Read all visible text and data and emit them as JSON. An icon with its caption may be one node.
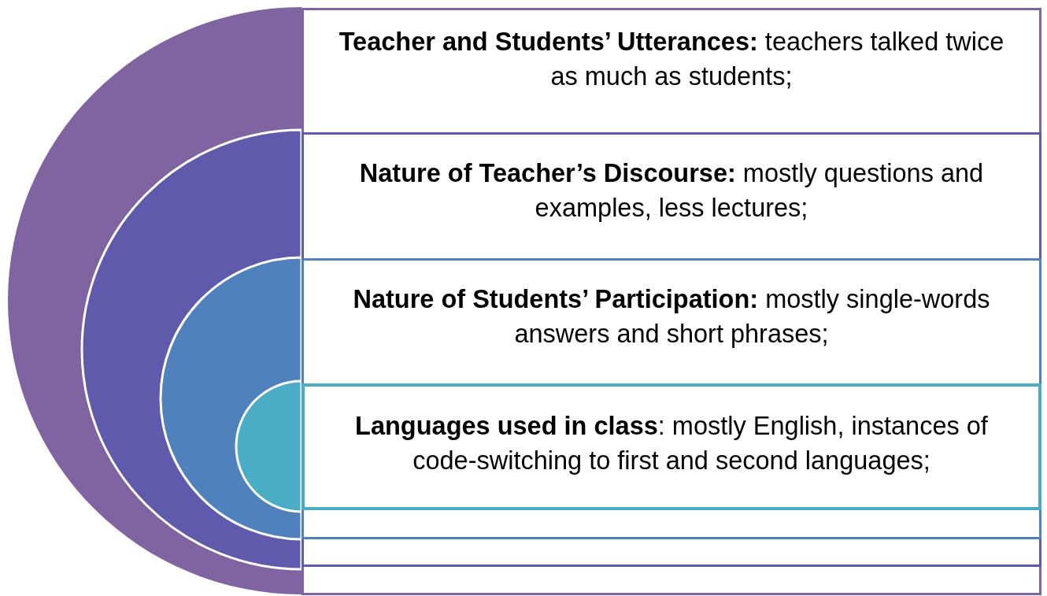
{
  "diagram": {
    "nodes": [
      {
        "text": [
          "**Teacher and Students’ Utterances:** teachers talked twice as much as students;"
        ]
      },
      {
        "text": [
          "**Nature of Teacher’s Discourse:** mostly questions and examples, less lectures;"
        ],
        "in": 0
      },
      {
        "text": [
          "**Nature of Students’ Participation:** mostly single-words answers and short phrases;"
        ],
        "in": 1
      },
      {
        "text": [
          "**Languages used in class**: mostly English, instances of code-switching to first and second languages;"
        ],
        "in": 2
      }
    ]
  }
}
